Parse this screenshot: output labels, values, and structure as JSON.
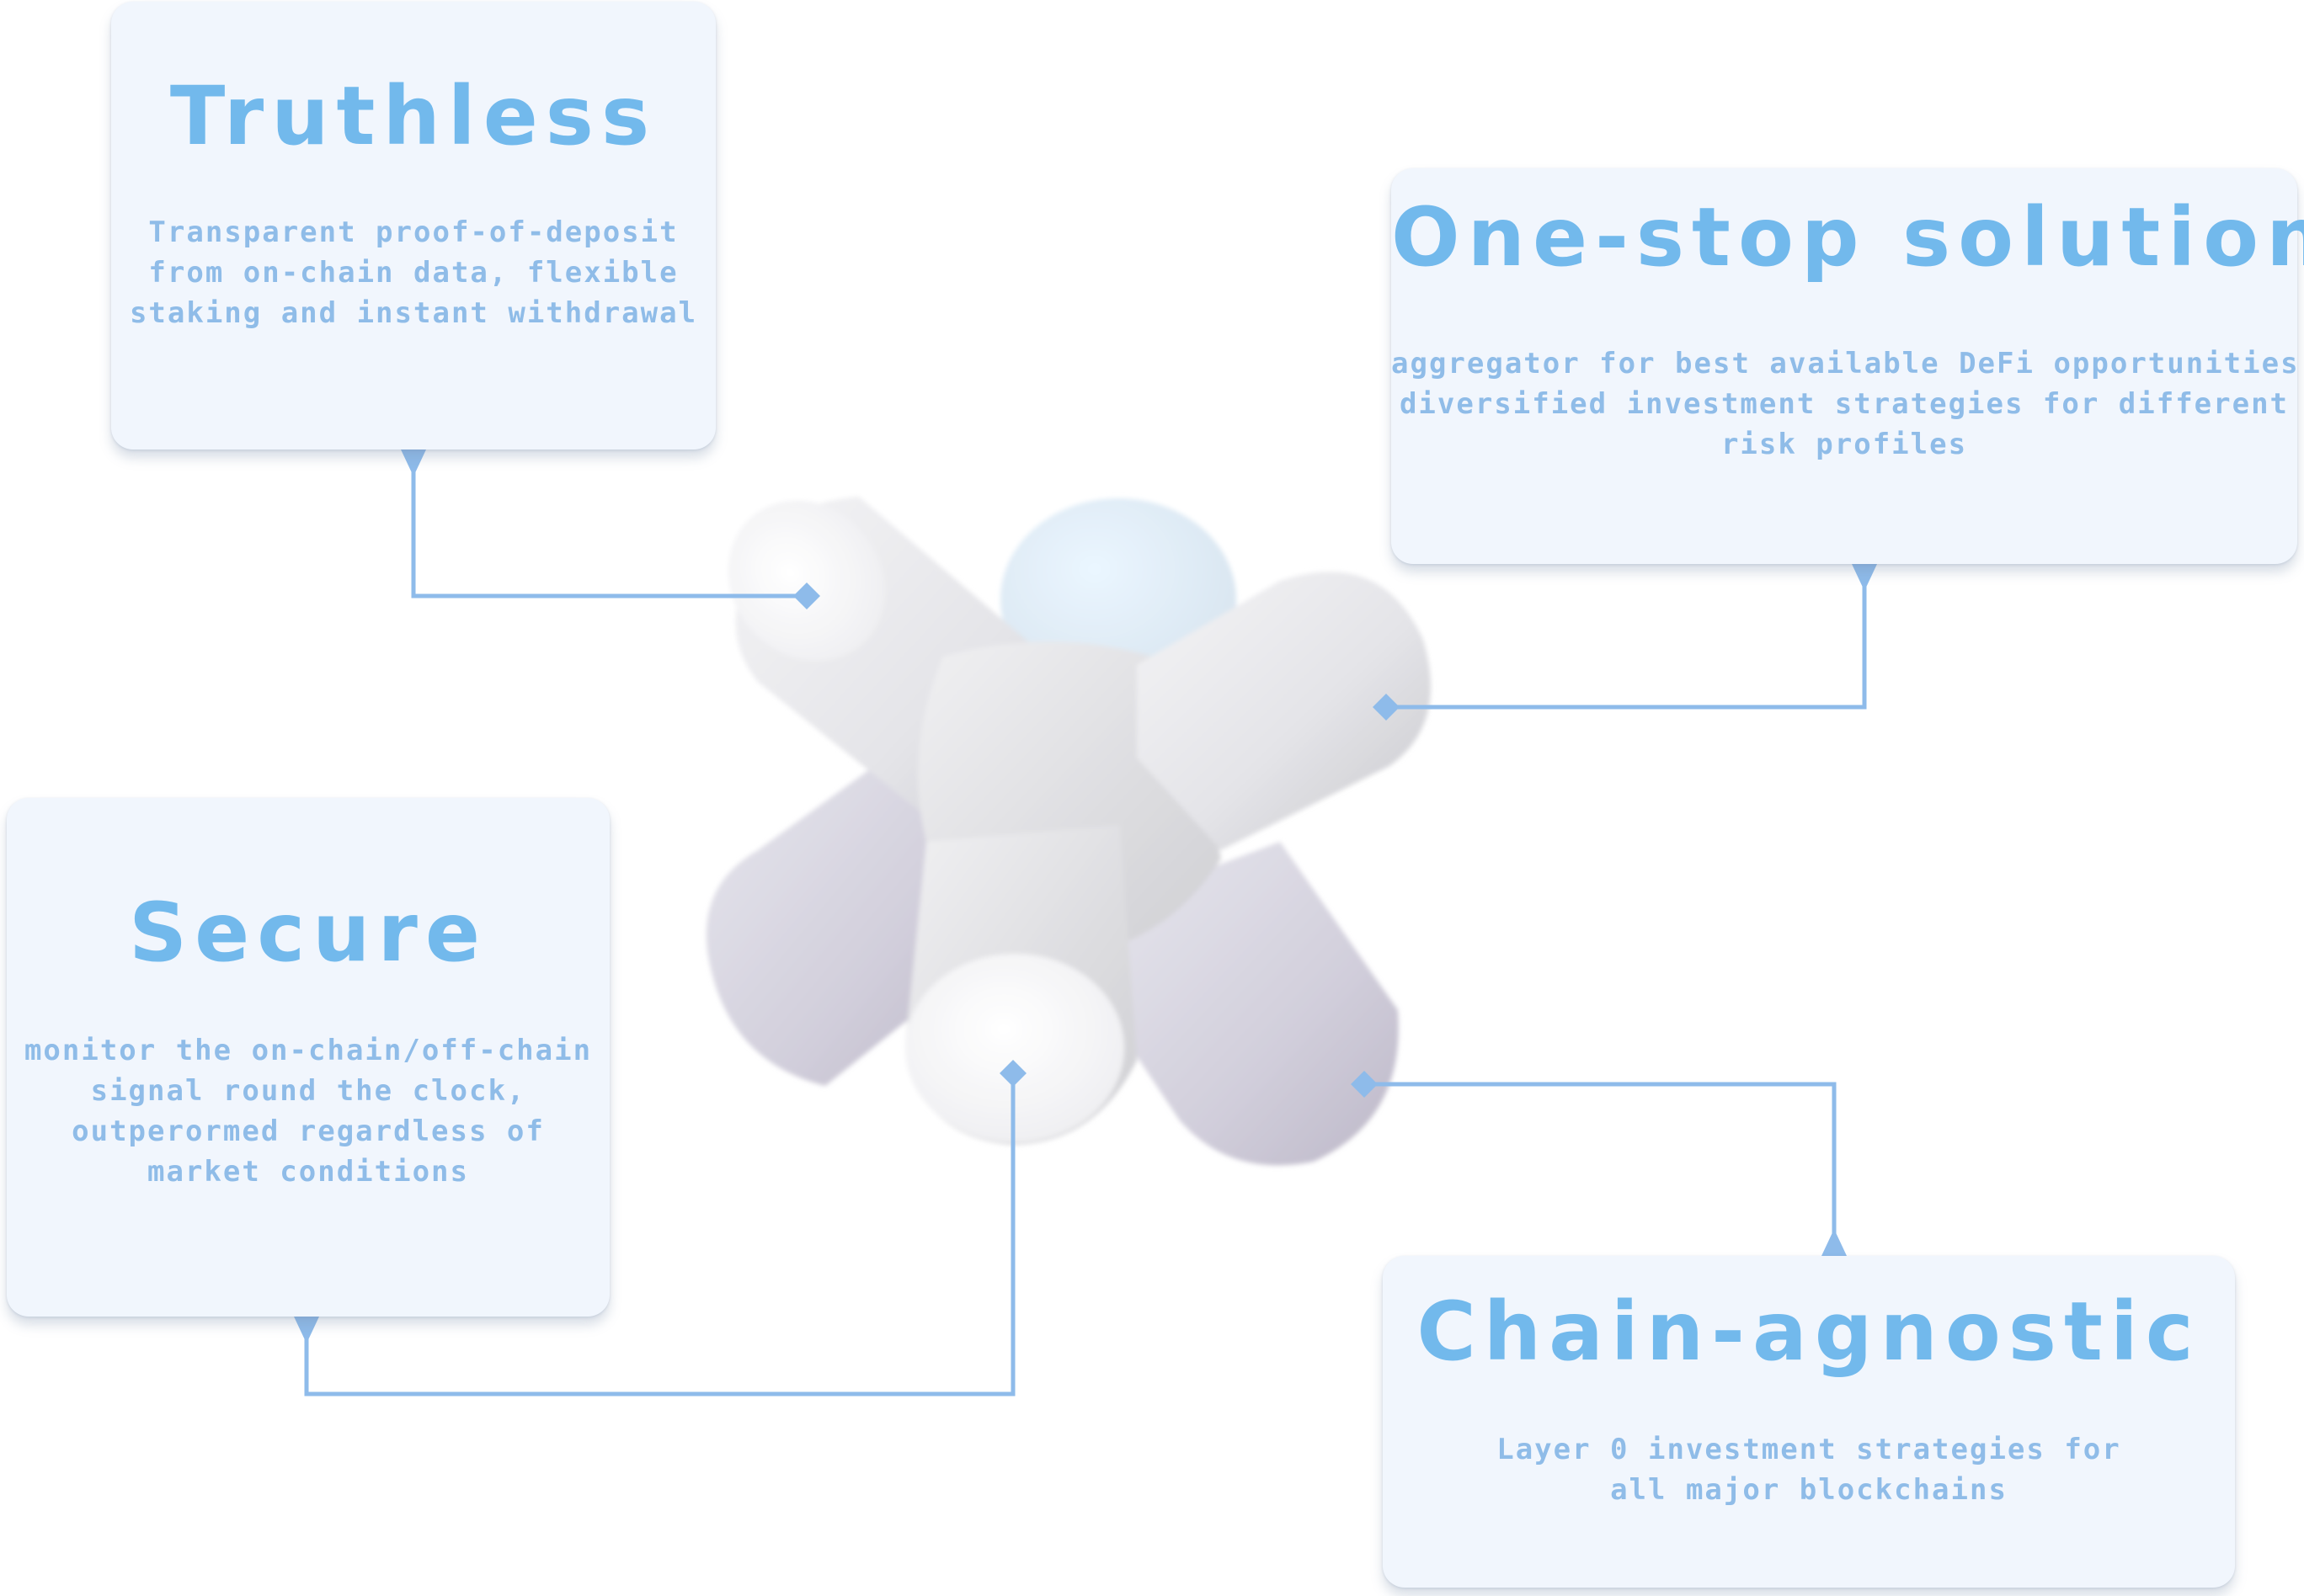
{
  "cards": {
    "truthless": {
      "title": "Truthless",
      "lines": [
        "Transparent proof-of-deposit",
        "from on-chain data, flexible",
        "staking and instant withdrawal"
      ]
    },
    "onestop": {
      "title": "One-stop solution",
      "lines": [
        "aggregator for best available DeFi opportunities,",
        "diversified investment strategies for different",
        "risk profiles"
      ]
    },
    "secure": {
      "title": "Secure",
      "lines": [
        "monitor the on-chain/off-chain",
        "signal round the clock,",
        "outperormed regardless of",
        "market conditions"
      ]
    },
    "chain": {
      "title": "Chain-agnostic",
      "lines": [
        "Layer 0 investment strategies for",
        "all major blockchains"
      ]
    }
  },
  "colors": {
    "title": "#72b9ec",
    "description": "#8fbce8",
    "connector": "#8ebbea",
    "card_background": "#f1f6fd"
  },
  "icons": {
    "center": "white-3d-cross-jack-object"
  }
}
